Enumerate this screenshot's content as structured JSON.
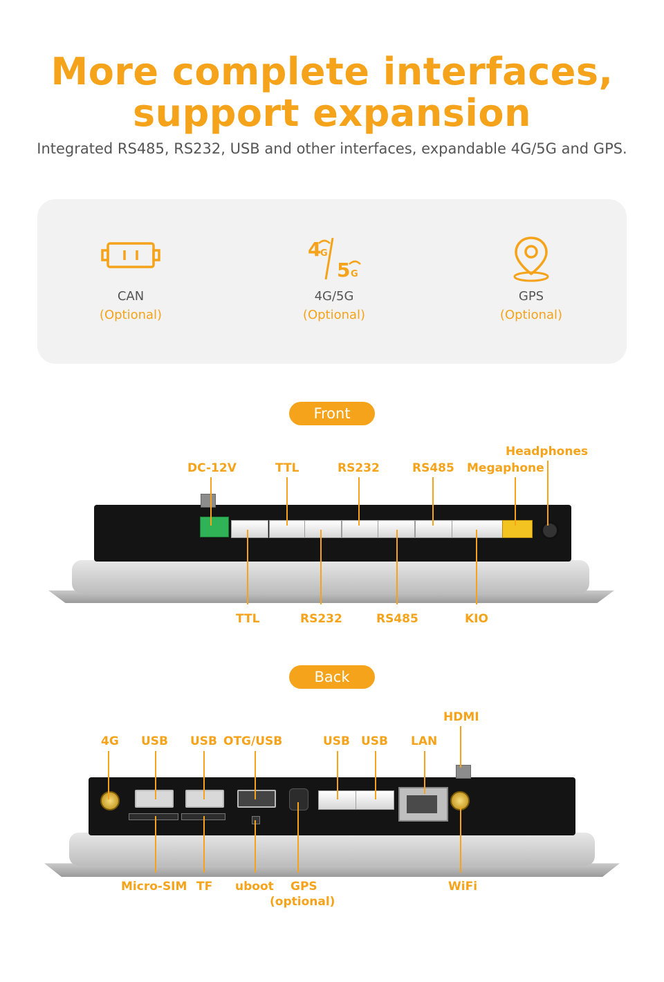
{
  "header": {
    "title_line1": "More complete interfaces,",
    "title_line2": "support expansion",
    "subtitle": "Integrated RS485, RS232, USB and other interfaces, expandable 4G/5G and GPS."
  },
  "features": [
    {
      "icon": "can-connector-icon",
      "name": "CAN",
      "note": "(Optional)"
    },
    {
      "icon": "4g-5g-signal-icon",
      "name": "4G/5G",
      "note": "(Optional)"
    },
    {
      "icon": "location-pin-icon",
      "name": "GPS",
      "note": "(Optional)"
    }
  ],
  "front": {
    "heading": "Front",
    "labels_top": {
      "dc12v": "DC-12V",
      "ttl": "TTL",
      "rs232": "RS232",
      "rs485": "RS485",
      "megaphone": "Megaphone",
      "headphones": "Headphones"
    },
    "labels_bottom": {
      "ttl": "TTL",
      "rs232": "RS232",
      "rs485": "RS485",
      "kio": "KIO"
    }
  },
  "back": {
    "heading": "Back",
    "labels_top": {
      "g4": "4G",
      "usb1": "USB",
      "usb2": "USB",
      "otg": "OTG/USB",
      "usb3": "USB",
      "usb4": "USB",
      "lan": "LAN",
      "hdmi": "HDMI"
    },
    "labels_bottom": {
      "microsim": "Micro-SIM",
      "tf": "TF",
      "uboot": "uboot",
      "gps": "GPS",
      "gps_note": "(optional)",
      "wifi": "WiFi"
    }
  },
  "colors": {
    "accent": "#f5a31a",
    "text": "#555555",
    "card": "#f2f2f2"
  }
}
